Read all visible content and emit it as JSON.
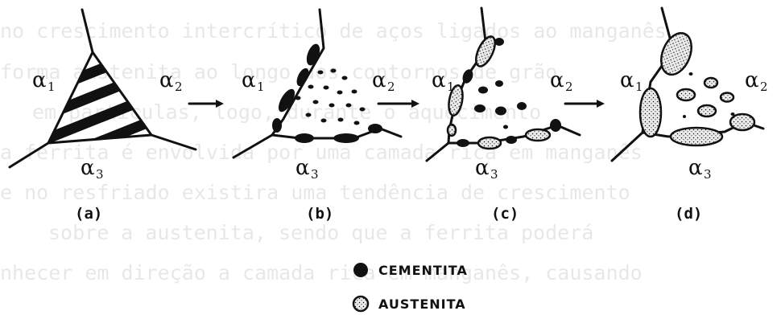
{
  "background_text": [
    "no crescimento intercrítico de aços ligados ao manganês",
    "forma austenita ao longo dos contornos de grão",
    "em partículas, logo, durante o aquecimento",
    "a ferrita é envolvida por uma camada rica em manganês",
    "e no resfriado existira uma tendência de crescimento",
    "sobre a austenita, sendo que a ferrita poderá",
    "nhecer em direção a camada rica em manganês, causando"
  ],
  "phases": {
    "alpha": "α",
    "s1": "1",
    "s2": "2",
    "s3": "3"
  },
  "panel_labels": [
    "(a)",
    "(b)",
    "(c)",
    "(d)"
  ],
  "legend": {
    "cementite": "CEMENTITA",
    "austenite": "AUSTENITA"
  },
  "colors": {
    "ink": "#111111",
    "stipple_fill": "#ebebeb",
    "watermark": "#000000"
  }
}
